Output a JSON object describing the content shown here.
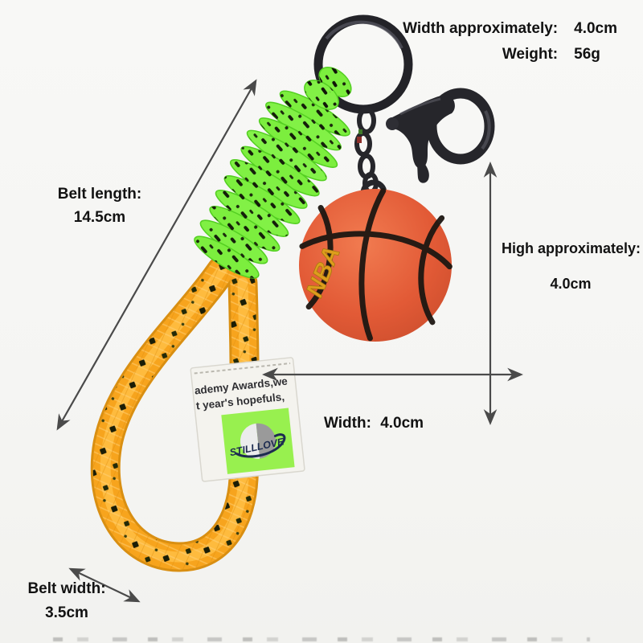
{
  "annotations": {
    "width_top": {
      "label": "Width approximately:",
      "value": "4.0cm"
    },
    "weight": {
      "label": "Weight:",
      "value": "56g"
    },
    "belt_length": {
      "label": "Belt length:",
      "value": "14.5cm"
    },
    "high": {
      "label": "High approximately:",
      "value": "4.0cm"
    },
    "width_mid": {
      "label": "Width:",
      "value": "4.0cm"
    },
    "belt_width": {
      "label": "Belt width:",
      "value": "3.5cm"
    }
  },
  "product": {
    "type": "basketball keychain with paracord lanyard",
    "ball_logo": "NBA",
    "tag": {
      "line1": "ademy Awards,we",
      "line2": "t year's hopefuls,",
      "brand": "STILLLOVE"
    }
  },
  "colors": {
    "background": "#f7f7f5",
    "ball_orange": "#e25a36",
    "ball_seam": "#1d1712",
    "ball_logo_gold": "#dd9e1c",
    "paracord_green": "#7cee3e",
    "rope_orange": "#f7a41d",
    "hardware_gunmetal": "#26262b",
    "tag_white": "#f4f3ee",
    "tag_logo_green": "#98f04f",
    "arrow_gray": "#4a4a4a",
    "text_black": "#121212"
  }
}
